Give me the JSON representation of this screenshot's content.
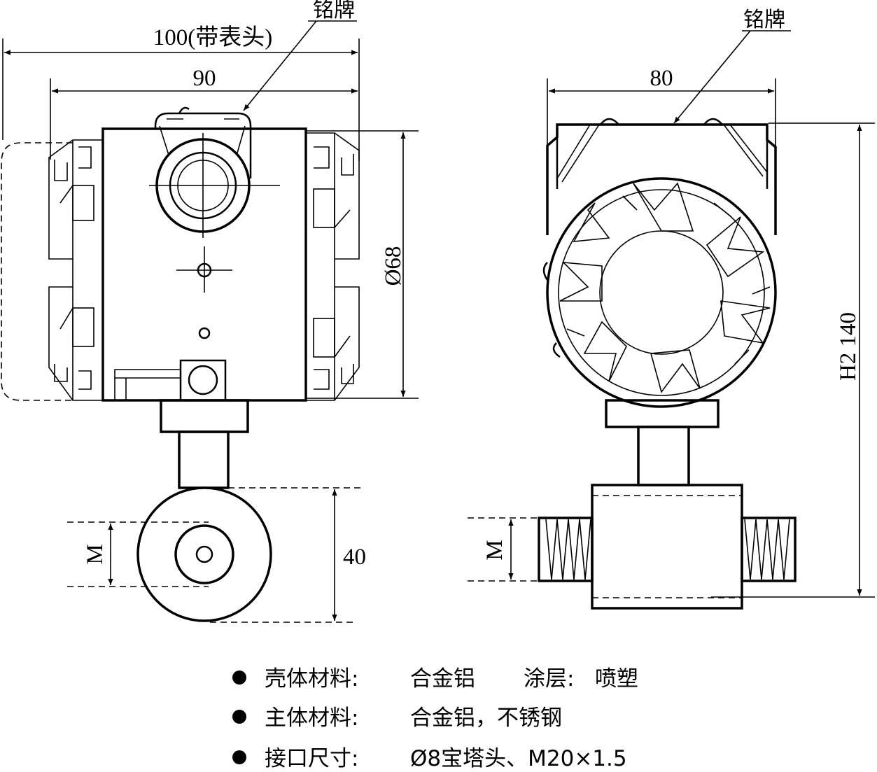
{
  "front_view": {
    "dim_overall": "100(带表头)",
    "dim_body": "90",
    "dim_diameter": "Ø68",
    "dim_bottom": "40",
    "dim_thread": "M",
    "nameplate": "铭牌"
  },
  "side_view": {
    "dim_width": "80",
    "dim_height": "H2 140",
    "dim_thread": "M",
    "nameplate": "铭牌"
  },
  "specs": [
    {
      "label": "壳体材料:",
      "value": "合金铝",
      "label2": "涂层:",
      "value2": "喷塑"
    },
    {
      "label": "主体材料:",
      "value": "合金铝，不锈钢"
    },
    {
      "label": "接口尺寸:",
      "value": "Ø8宝塔头、M20×1.5"
    }
  ]
}
